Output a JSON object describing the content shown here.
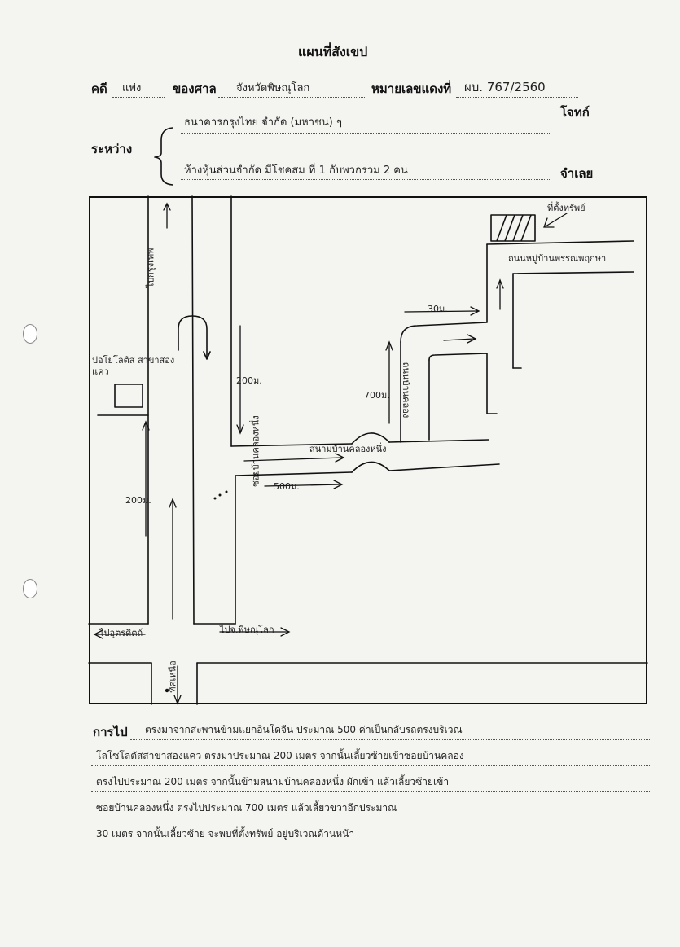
{
  "header": {
    "title": "แผนที่สังเขป",
    "case_label": "คดี",
    "case_type": "แพ่ง",
    "court_label": "ของศาล",
    "court_name": "จังหวัดพิษณุโลก",
    "black_no_label": "หมายเลขแดงที่",
    "black_no": "ผบ. 767/2560",
    "plaintiff": "ธนาคารกรุงไทย จำกัด (มหาชน) ๆ",
    "plaintiff_role": "โจทก์",
    "between_label": "ระหว่าง",
    "defendant": "ห้างหุ้นส่วนจำกัด มีโชคสม ที่ 1 กับพวกรวม 2 คน",
    "defendant_role": "จำเลย"
  },
  "map": {
    "label_property": "ที่ตั้งทรัพย์",
    "label_village_road": "ถนนหมู่บ้านพรรณพฤกษา",
    "label_dist_30": "30ม.",
    "label_dist_700": "700ม.",
    "label_dist_200a": "200ม.",
    "label_dist_200b": "200ม.",
    "label_dist_500": "500ม.",
    "label_to_bangkok": "ไปกรุงเทพ",
    "label_to_uttaradit": "ไปอุตรดิตถ์",
    "label_to_phitsanulok": "ไปจ.พิษณุโลก",
    "label_tesco": "ปอโยโลตัส สาขาสองแคว",
    "label_stadium": "สนามบ้านคลองหนึ่ง",
    "label_soi_a": "ซอยบ้านคลองหนึ่ง",
    "label_soi_b": "ถนนบ้านคลอง",
    "label_north": "ทิศเหนือ"
  },
  "directions": {
    "label": "การไป",
    "lines": [
      "ตรงมาจากสะพานข้ามแยกอินโดจีน ประมาณ 500 ค่าเป็นกลับรถตรงบริเวณ",
      "โลโซโลตัสสาขาสองแคว ตรงมาประมาณ 200 เมตร จากนั้นเลี้ยวซ้ายเข้าซอยบ้านคลอง",
      "ตรงไปประมาณ 200 เมตร จากนั้นข้ามสนามบ้านคลองหนึ่ง ผักเข้า แล้วเลี้ยวซ้ายเข้า",
      "ซอยบ้านคลองหนึ่ง ตรงไปประมาณ 700 เมตร แล้วเลี้ยวขวาอีกประมาณ",
      "30 เมตร จากนั้นเลี้ยวซ้าย จะพบที่ตั้งทรัพย์ อยู่บริเวณด้านหน้า"
    ]
  }
}
